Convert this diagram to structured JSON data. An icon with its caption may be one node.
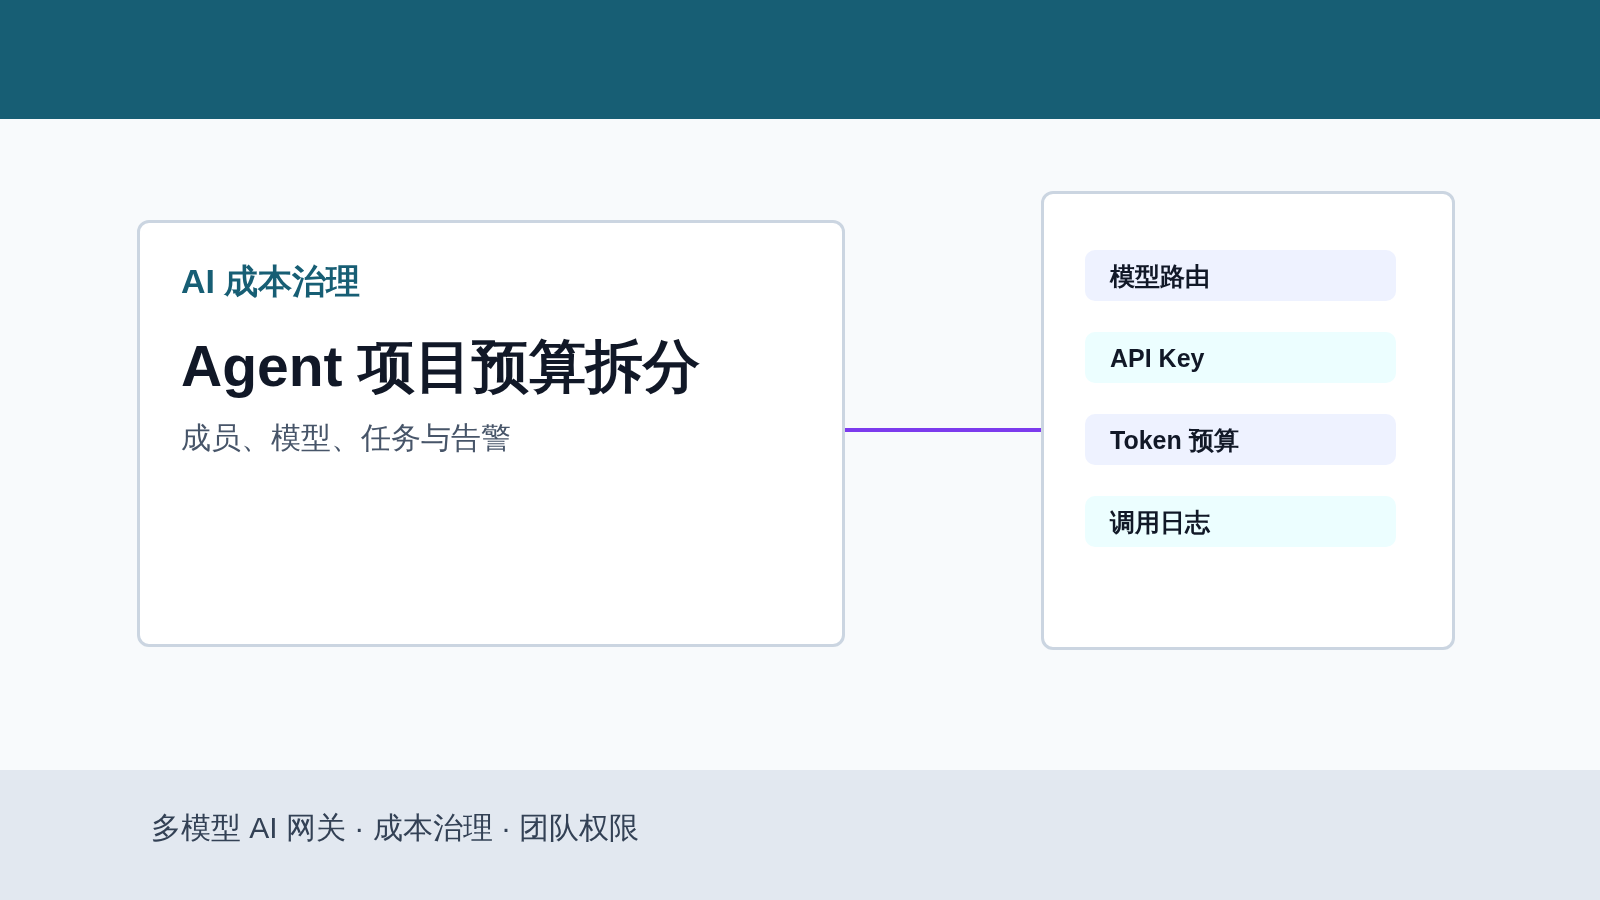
{
  "diagram": {
    "nodes": [
      {
        "text": [
          "AI 成本治理",
          "Agent 项目预算拆分",
          "成员、模型、任务与告警"
        ]
      },
      {
        "text": [],
        "shape": "box"
      },
      {
        "text": [
          "模型路由"
        ],
        "in": 1
      },
      {
        "text": [
          "API Key"
        ],
        "in": 1
      },
      {
        "text": [
          "Token 预算"
        ],
        "in": 1
      },
      {
        "text": [
          "调用日志"
        ],
        "in": 1
      },
      {
        "text": [
          "多模型 AI 网关 · 成本治理 · 团队权限"
        ]
      }
    ],
    "edges": [
      {
        "from": 0,
        "to": 1,
        "arrow": "none",
        "color": "#7c3aed"
      }
    ]
  }
}
